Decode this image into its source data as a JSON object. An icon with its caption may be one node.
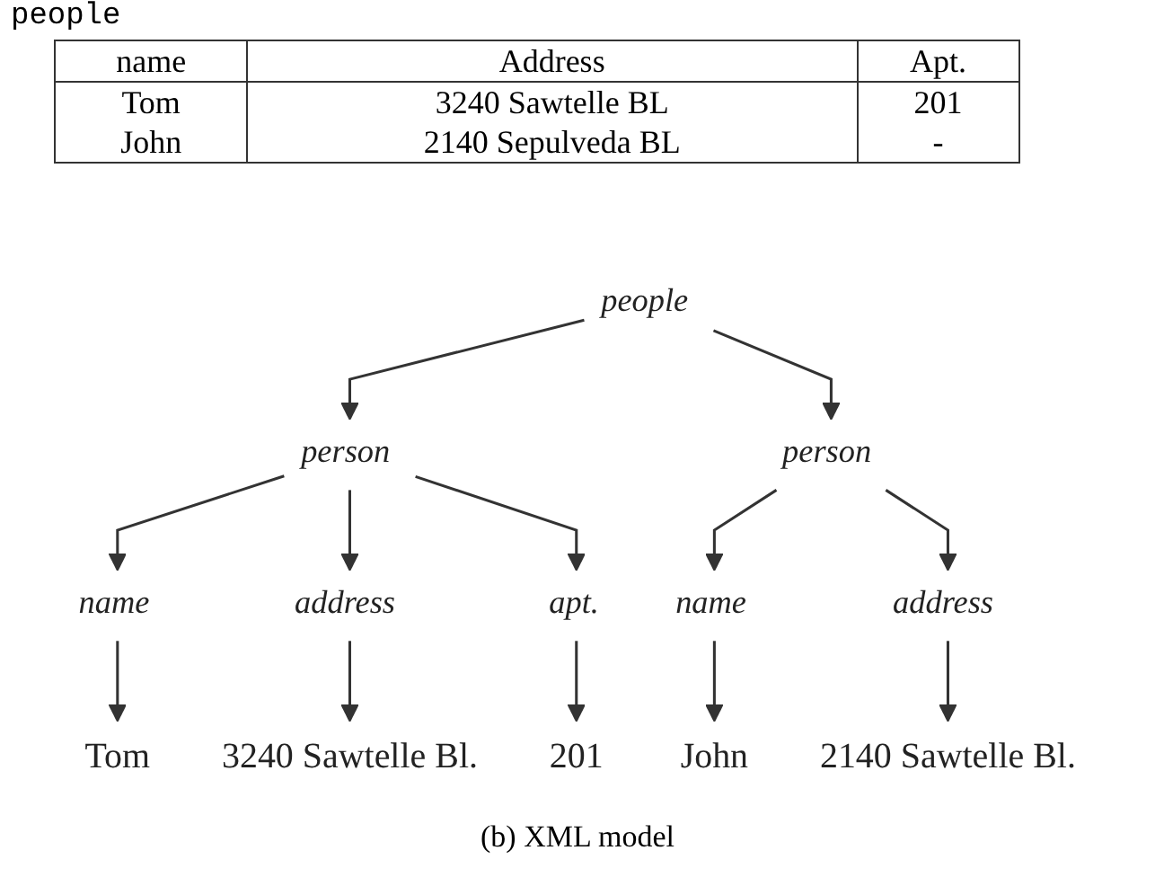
{
  "diagram": {
    "caption": "(b) XML model",
    "nodes": [
      {
        "text": [
          "people"
        ]
      },
      {
        "text": [
          "person"
        ]
      },
      {
        "text": [
          "person"
        ]
      },
      {
        "text": [
          "name"
        ]
      },
      {
        "text": [
          "address"
        ]
      },
      {
        "text": [
          "apt."
        ]
      },
      {
        "text": [
          "name"
        ]
      },
      {
        "text": [
          "address"
        ]
      },
      {
        "text": [
          "Tom"
        ]
      },
      {
        "text": [
          "3240 Sawtelle Bl."
        ]
      },
      {
        "text": [
          "201"
        ]
      },
      {
        "text": [
          "John"
        ]
      },
      {
        "text": [
          "2140 Sawtelle Bl."
        ]
      }
    ],
    "edges": [
      {
        "from": 0,
        "to": 1,
        "arrow": "to"
      },
      {
        "from": 0,
        "to": 2,
        "arrow": "to"
      },
      {
        "from": 1,
        "to": 3,
        "arrow": "to"
      },
      {
        "from": 1,
        "to": 4,
        "arrow": "to"
      },
      {
        "from": 1,
        "to": 5,
        "arrow": "to"
      },
      {
        "from": 2,
        "to": 6,
        "arrow": "to"
      },
      {
        "from": 2,
        "to": 7,
        "arrow": "to"
      },
      {
        "from": 3,
        "to": 8,
        "arrow": "to"
      },
      {
        "from": 4,
        "to": 9,
        "arrow": "to"
      },
      {
        "from": 5,
        "to": 10,
        "arrow": "to"
      },
      {
        "from": 6,
        "to": 11,
        "arrow": "to"
      },
      {
        "from": 7,
        "to": 12,
        "arrow": "to"
      }
    ],
    "labels": [
      "people",
      "name",
      "Address",
      "Apt.",
      "Tom",
      "3240 Sawtelle BL",
      "201",
      "John",
      "2140 Sepulveda BL",
      "-"
    ]
  }
}
